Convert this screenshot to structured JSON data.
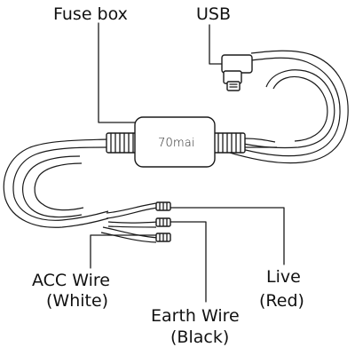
{
  "labels": {
    "fuse_box": "Fuse box",
    "usb": "USB",
    "acc_line1": "ACC Wire",
    "acc_line2": "(White)",
    "earth_line1": "Earth Wire",
    "earth_line2": "(Black)",
    "live_line1": "Live",
    "live_line2": "(Red)"
  },
  "module_brand": "70mai",
  "colors": {
    "line": "#1a1a1a",
    "background": "#ffffff"
  }
}
